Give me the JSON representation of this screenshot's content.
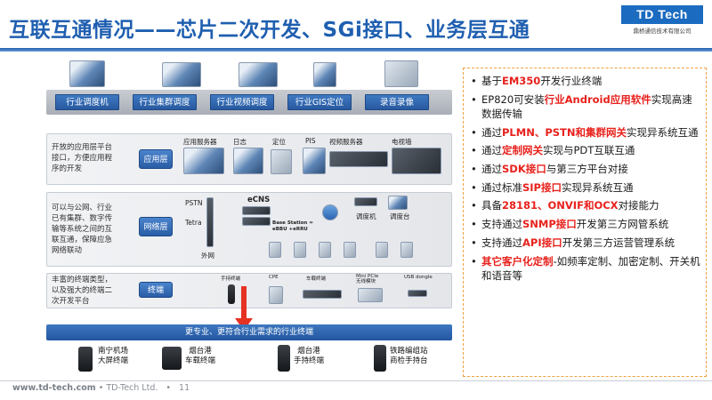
{
  "header": {
    "title": "互联互通情况——芯片二次开发、SGi接口、业务层互通",
    "logo_text": "TD Tech",
    "logo_sub": "鼎桥通信技术有限公司"
  },
  "diagram": {
    "roles": [
      "行业调度机",
      "行业集群调度",
      "行业视频调度",
      "行业GIS定位",
      "录音录像"
    ],
    "app_layer": {
      "desc": "开放的应用层平台\n接口，方便应用程\n序的开发",
      "button": "应用层",
      "items": [
        "应用服务器",
        "日志",
        "定位",
        "PIS",
        "视频服务器",
        "电视墙"
      ]
    },
    "net_layer": {
      "desc": "可以与公网、行业\n已有集群、数字传\n输等系统之间的互\n联互通，保障应急\n网络联动",
      "button": "网络层",
      "pstn": "PSTN",
      "tetra": "Tetra",
      "outer": "外网",
      "ecns": "eCNS",
      "base_station": "Base Station =\neBBU +eRRU",
      "console1": "调度机",
      "console2": "调度台"
    },
    "term_layer": {
      "desc": "丰富的终端类型，\n以及强大的终端二\n次开发平台",
      "button": "终端",
      "items": [
        "手持终端",
        "CPE",
        "车载终端",
        "Mini PCIe\n无线模块",
        "USB dongle"
      ]
    },
    "bottom_band": "更专业、更符合行业需求的行业终端",
    "terminals": [
      "南宁机场\n大屏终端",
      "烟台港\n车载终端",
      "烟台港\n手持终端",
      "铁路编组站\n商检手持台"
    ]
  },
  "bullets": [
    [
      {
        "t": "基于"
      },
      {
        "t": "EM350",
        "h": true
      },
      {
        "t": "开发行业终端"
      }
    ],
    [
      {
        "t": "EP820可安装"
      },
      {
        "t": "行业Android应用软件",
        "h": true
      },
      {
        "t": "实现高速数据传输"
      }
    ],
    [
      {
        "t": "通过"
      },
      {
        "t": "PLMN、PSTN和集群网关",
        "h": true
      },
      {
        "t": "实现异系统互通"
      }
    ],
    [
      {
        "t": "通过"
      },
      {
        "t": "定制网关",
        "h": true
      },
      {
        "t": "实现与PDT互联互通"
      }
    ],
    [
      {
        "t": "通过"
      },
      {
        "t": "SDK接口",
        "h": true
      },
      {
        "t": "与第三方平台对接"
      }
    ],
    [
      {
        "t": "通过标准"
      },
      {
        "t": "SIP接口",
        "h": true
      },
      {
        "t": "实现异系统互通"
      }
    ],
    [
      {
        "t": "具备"
      },
      {
        "t": "28181、ONVIF和OCX",
        "h": true
      },
      {
        "t": "对接能力"
      }
    ],
    [
      {
        "t": "支持通过"
      },
      {
        "t": "SNMP接口",
        "h": true
      },
      {
        "t": "开发第三方网管系统"
      }
    ],
    [
      {
        "t": "支持通过"
      },
      {
        "t": "API接口",
        "h": true
      },
      {
        "t": "开发第三方运营管理系统"
      }
    ],
    [
      {
        "t": "其它客户化定制",
        "h": true
      },
      {
        "t": "-如频率定制、加密定制、开关机和语音等"
      }
    ]
  ],
  "footer": {
    "site": "www.td-tech.com",
    "company": "• TD-Tech Ltd.",
    "sep": "•",
    "page": "11"
  }
}
